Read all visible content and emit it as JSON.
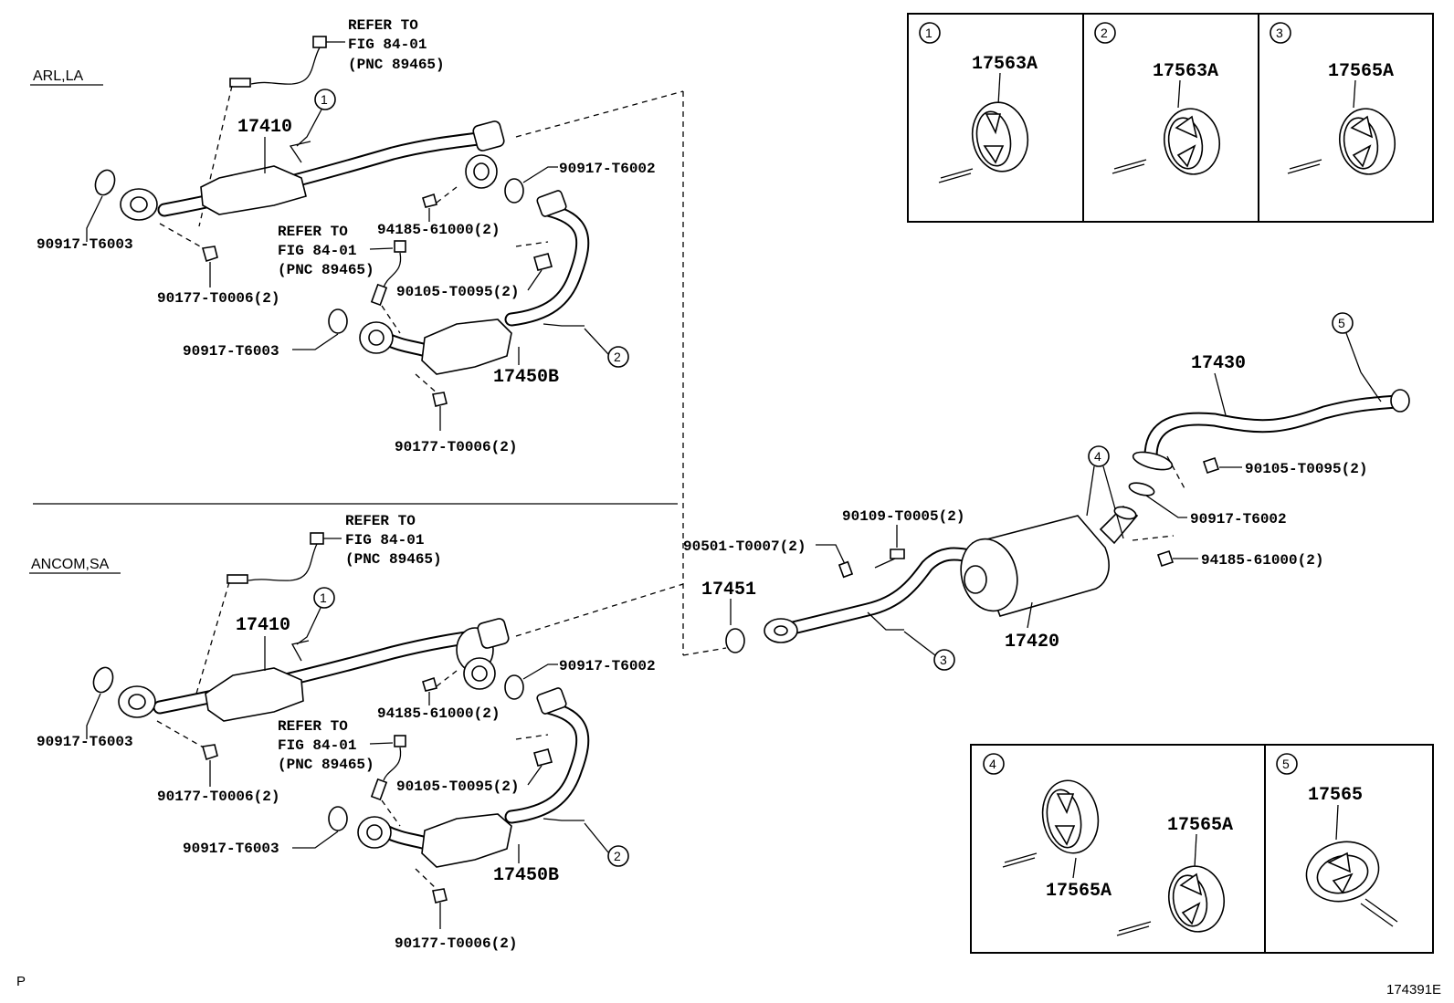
{
  "sections": {
    "top": "ARL,LA",
    "bottom": "ANCOM,SA"
  },
  "refer": {
    "line1": "REFER TO",
    "line2": "FIG 84-01",
    "line3": "(PNC 89465)"
  },
  "parts": {
    "p17410": "17410",
    "p17450B": "17450B",
    "p17451": "17451",
    "p17420": "17420",
    "p17430": "17430",
    "p17563A": "17563A",
    "p17565A": "17565A",
    "p17565": "17565",
    "p90917_T6002": "90917-T6002",
    "p90917_T6003": "90917-T6003",
    "p94185_61000": "94185-61000(2)",
    "p90177_T0006": "90177-T0006(2)",
    "p90105_T0095": "90105-T0095(2)",
    "p90109_T0005": "90109-T0005(2)",
    "p90501_T0007": "90501-T0007(2)"
  },
  "callouts": [
    "1",
    "2",
    "3",
    "4",
    "5"
  ],
  "page_letter": "P",
  "figure_id": "174391E"
}
